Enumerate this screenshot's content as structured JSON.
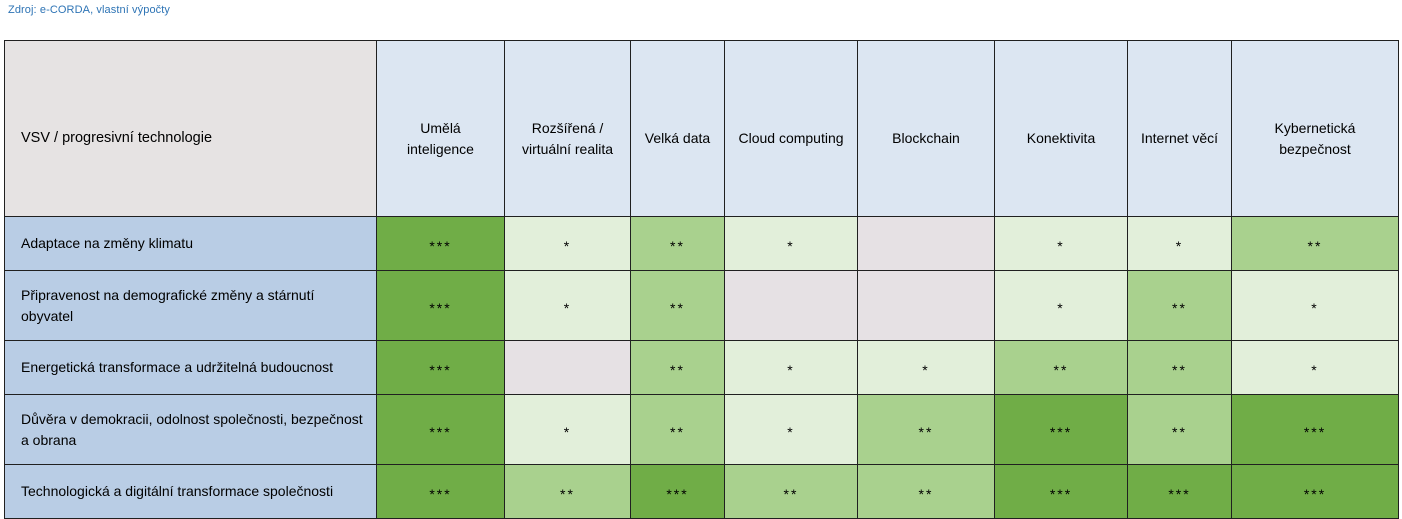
{
  "source_note": "Zdroj: e-CORDA, vlastní výpočty",
  "table": {
    "corner_header": "VSV / progresivní technologie",
    "column_headers": [
      {
        "line1": "Umělá",
        "line2": "inteligence"
      },
      {
        "line1": "Rozšířená /",
        "line2": "virtuální realita"
      },
      {
        "line1": "Velká data",
        "line2": ""
      },
      {
        "line1": "Cloud computing",
        "line2": ""
      },
      {
        "line1": "Blockchain",
        "line2": ""
      },
      {
        "line1": "Konektivita",
        "line2": ""
      },
      {
        "line1": "Internet věcí",
        "line2": ""
      },
      {
        "line1": "Kybernetická",
        "line2": "bezpečnost"
      }
    ],
    "rows": [
      {
        "label": "Adaptace na změny klimatu",
        "cells": [
          {
            "stars": "***",
            "level": 3
          },
          {
            "stars": "*",
            "level": 1
          },
          {
            "stars": "**",
            "level": 2
          },
          {
            "stars": "*",
            "level": 1
          },
          {
            "stars": "",
            "level": 0
          },
          {
            "stars": "*",
            "level": 1
          },
          {
            "stars": "*",
            "level": 1
          },
          {
            "stars": "**",
            "level": 2
          }
        ]
      },
      {
        "label": "Připravenost na demografické změny a stárnutí obyvatel",
        "cells": [
          {
            "stars": "***",
            "level": 3
          },
          {
            "stars": "*",
            "level": 1
          },
          {
            "stars": "**",
            "level": 2
          },
          {
            "stars": "",
            "level": 0
          },
          {
            "stars": "",
            "level": 0
          },
          {
            "stars": "*",
            "level": 1
          },
          {
            "stars": "**",
            "level": 2
          },
          {
            "stars": "*",
            "level": 1
          }
        ]
      },
      {
        "label": "Energetická transformace a udržitelná budoucnost",
        "cells": [
          {
            "stars": "***",
            "level": 3
          },
          {
            "stars": "",
            "level": 0
          },
          {
            "stars": "**",
            "level": 2
          },
          {
            "stars": "*",
            "level": 1
          },
          {
            "stars": "*",
            "level": 1
          },
          {
            "stars": "**",
            "level": 2
          },
          {
            "stars": "**",
            "level": 2
          },
          {
            "stars": "*",
            "level": 1
          }
        ]
      },
      {
        "label": "Důvěra v demokracii, odolnost společnosti, bezpečnost a obrana",
        "cells": [
          {
            "stars": "***",
            "level": 3
          },
          {
            "stars": "*",
            "level": 1
          },
          {
            "stars": "**",
            "level": 2
          },
          {
            "stars": "*",
            "level": 1
          },
          {
            "stars": "**",
            "level": 2
          },
          {
            "stars": "***",
            "level": 3
          },
          {
            "stars": "**",
            "level": 2
          },
          {
            "stars": "***",
            "level": 3
          }
        ]
      },
      {
        "label": "Technologická a digitální transformace společnosti",
        "cells": [
          {
            "stars": "***",
            "level": 3
          },
          {
            "stars": "**",
            "level": 2
          },
          {
            "stars": "***",
            "level": 3
          },
          {
            "stars": "**",
            "level": 2
          },
          {
            "stars": "**",
            "level": 2
          },
          {
            "stars": "***",
            "level": 3
          },
          {
            "stars": "***",
            "level": 3
          },
          {
            "stars": "***",
            "level": 3
          }
        ]
      }
    ]
  },
  "colors": {
    "source_note_text": "#2e74b5",
    "corner_header_bg": "#e6e3e3",
    "column_header_bg": "#dce6f2",
    "row_label_bg": "#b9cde5",
    "level_0_bg": "#e6e1e4",
    "level_1_bg": "#e2efda",
    "level_2_bg": "#a9d18e",
    "level_3_bg": "#70ad47"
  }
}
